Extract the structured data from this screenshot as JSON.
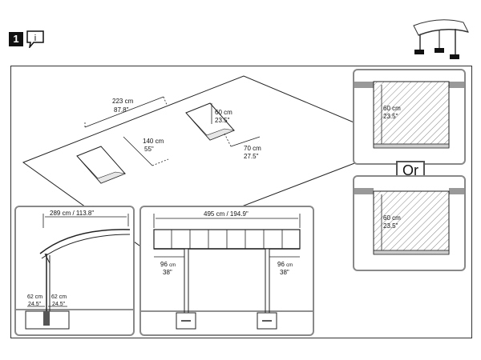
{
  "step": {
    "number": "1"
  },
  "icons": {
    "info": "info-icon",
    "thumbnail": "carport-thumbnail-icon"
  },
  "plan": {
    "width_cm": "223 cm",
    "width_in": "87.8\"",
    "depth_cm": "140 cm",
    "depth_in": "55\"",
    "hole_side_cm": "60 cm",
    "hole_side_in": "23.5\"",
    "hole_len_cm": "70 cm",
    "hole_len_in": "27.5\""
  },
  "side_view": {
    "span": "289 cm / 113.8\"",
    "left_cm": "62 cm",
    "left_in": "24.5\"",
    "right_cm": "62 cm",
    "right_in": "24.5\""
  },
  "front_view": {
    "span": "495 cm / 194.9\"",
    "left_cm": "96",
    "left_unit": "cm",
    "left_in": "38\"",
    "right_cm": "96",
    "right_unit": "cm",
    "right_in": "38\""
  },
  "hole_top": {
    "depth_cm": "60 cm",
    "depth_in": "23.5\""
  },
  "hole_bottom": {
    "depth_cm": "60 cm",
    "depth_in": "23.5\""
  },
  "or_label": "Or"
}
